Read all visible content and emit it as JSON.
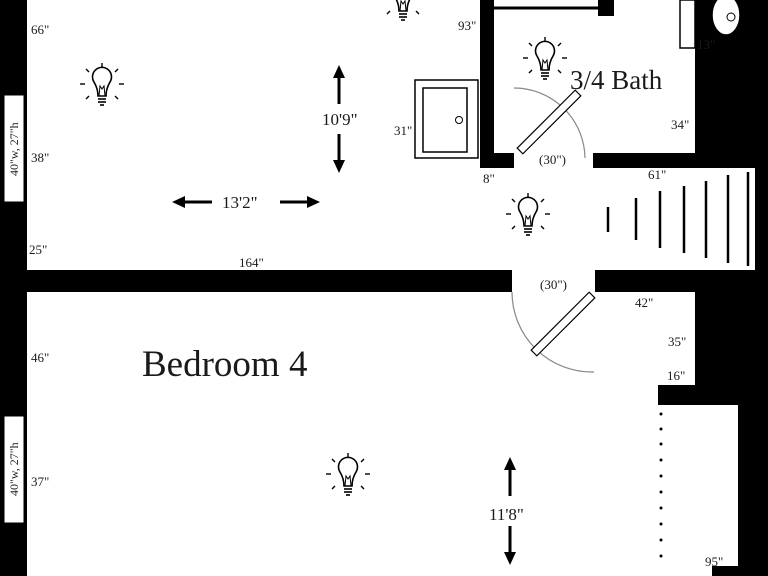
{
  "rooms": {
    "bath": "3/4 Bath",
    "bedroom": "Bedroom 4"
  },
  "upper_room": {
    "width": "13'2\"",
    "height": "10'9\"",
    "wall_66": "66\"",
    "wall_38": "38\"",
    "wall_25": "25\"",
    "wall_164": "164\"",
    "closet_depth": "31\"",
    "wall_93": "93\"",
    "wall_8": "8\"",
    "window": "40\"w, 27\"h"
  },
  "bath": {
    "wall_34": "34\"",
    "wall_13": "13\"",
    "door": "(30\")"
  },
  "hall": {
    "wall_61": "61\"",
    "door": "(30\")",
    "wall_42": "42\"",
    "wall_35": "35\"",
    "wall_16": "16\""
  },
  "bedroom": {
    "height": "11'8\"",
    "wall_46": "46\"",
    "wall_37": "37\"",
    "wall_95": "95\"",
    "window": "40\"w, 27\"h"
  },
  "colors": {
    "wall": "#000000",
    "floor": "#ffffff",
    "text": "#1a1a1a"
  }
}
